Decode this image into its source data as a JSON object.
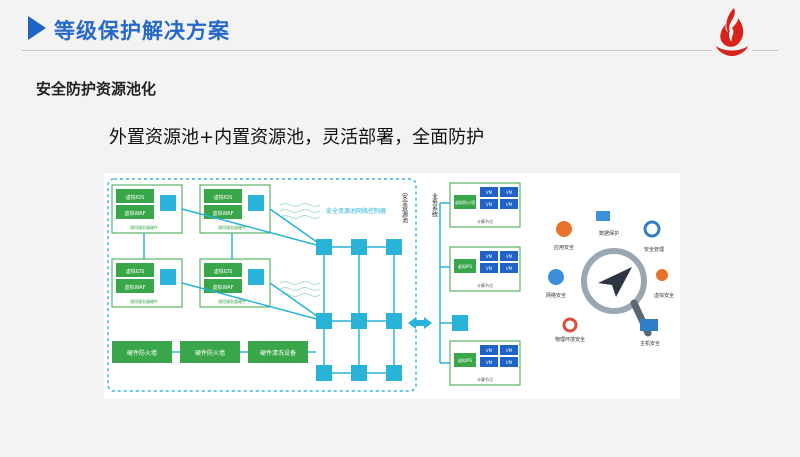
{
  "header": {
    "title": "等级保护解决方案"
  },
  "section": {
    "title": "安全防护资源池化"
  },
  "headline": "外置资源池+内置资源池，灵活部署，全面防护",
  "diagram": {
    "host1": {
      "top": "虚拟IDS",
      "bottom": "虚拟WAF",
      "caption": "通用服务器硬件"
    },
    "host2": {
      "top": "虚拟IDS",
      "bottom": "虚拟WAF",
      "caption": "通用服务器硬件"
    },
    "host3": {
      "top": "虚拟IDS",
      "bottom": "虚拟WAF",
      "caption": "通用服务器硬件"
    },
    "host4": {
      "top": "虚拟IDS",
      "bottom": "虚拟WAF",
      "caption": "通用服务器硬件"
    },
    "hw1": "硬件防火墙",
    "hw2": "硬件防火墙",
    "hw3": "硬件清洗设备",
    "controller": "安全资源池网络控制器",
    "pool_label": "安全资源池",
    "business_label": "业务系统",
    "node1": {
      "fw": "虚拟防火墙",
      "caption": "计算节点"
    },
    "node2": {
      "fw": "虚拟IPS",
      "caption": "计算节点"
    },
    "node3": {
      "fw": "虚拟IPS",
      "caption": "计算节点"
    },
    "vm": "VM"
  },
  "ring": {
    "app": "应用安全",
    "data": "数据保护",
    "mgmt": "安全管理",
    "net": "网络安全",
    "virt": "虚拟安全",
    "phys": "物理环境安全",
    "host": "主机安全"
  },
  "colors": {
    "accent": "#2769c9",
    "green": "#3aa64a",
    "cyan": "#2ab3d9",
    "dashed": "#3bb5e3"
  }
}
